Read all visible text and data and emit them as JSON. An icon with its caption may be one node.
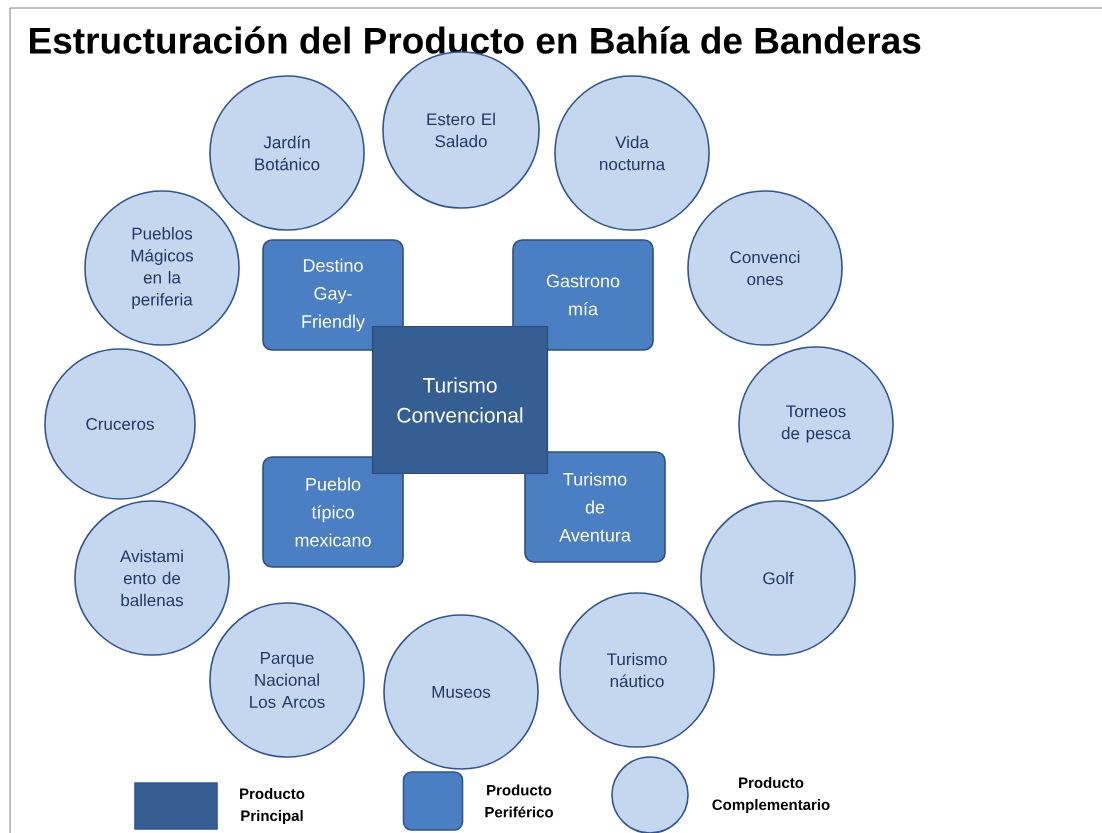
{
  "diagram": {
    "title": "Estructuración del Producto en Bahía de Banderas",
    "nodes": [
      {
        "text": [
          "Jardín Botánico"
        ]
      },
      {
        "text": [
          "Estero El Salado"
        ]
      },
      {
        "text": [
          "Vida nocturna"
        ]
      },
      {
        "text": [
          "Pueblos Mágicos en la periferia"
        ]
      },
      {
        "text": [
          "Destino Gay- Friendly"
        ]
      },
      {
        "text": [
          "Gastrono mía"
        ]
      },
      {
        "text": [
          "Convenci ones"
        ]
      },
      {
        "text": [
          "Turismo Convencional"
        ]
      },
      {
        "text": [
          "Cruceros"
        ]
      },
      {
        "text": [
          "Torneos de pesca"
        ]
      },
      {
        "text": [
          "Pueblo típico mexicano"
        ]
      },
      {
        "text": [
          "Turismo de Aventura"
        ]
      },
      {
        "text": [
          "Avistami ento de ballenas"
        ]
      },
      {
        "text": [
          "Golf"
        ]
      },
      {
        "text": [
          "Parque Nacional Los Arcos"
        ]
      },
      {
        "text": [
          "Museos"
        ]
      },
      {
        "text": [
          "Turismo náutico"
        ]
      }
    ],
    "legend": [
      {
        "text": "Producto Principal",
        "color": "#355f92"
      },
      {
        "text": "Producto Periférico",
        "color": "#4a7fc4"
      },
      {
        "text": "Producto Complementario",
        "color": "#c5d7ef"
      }
    ]
  }
}
